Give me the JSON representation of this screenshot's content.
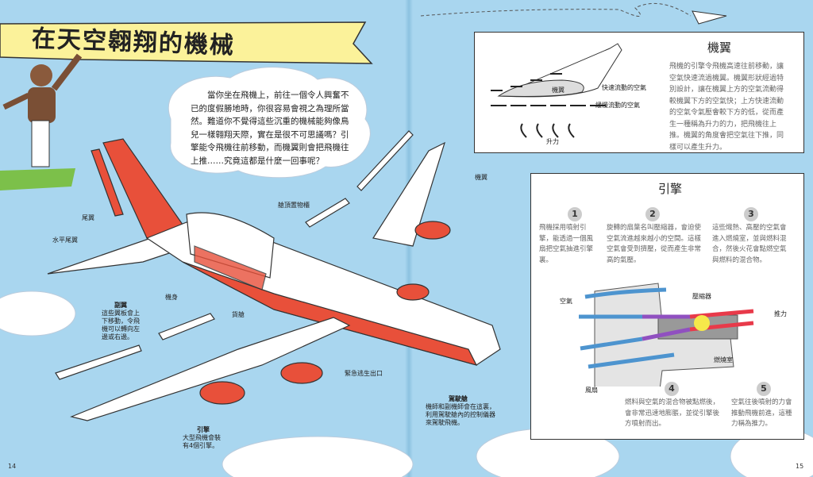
{
  "title": "在天空翱翔的機械",
  "intro": "當你坐在飛機上，前往一個令人興奮不已的度假勝地時，你很容易會視之為理所當然。難道你不覺得這些沉重的機械能夠像鳥兒一樣翱翔天際，實在是很不可思議嗎？引擎能令飛機往前移動，而機翼則會把飛機往上推……究竟這都是什麼一回事呢？",
  "labels": {
    "tail_fin": "尾翼",
    "horizontal_stabilizer": "水平尾翼",
    "fuselage": "機身",
    "overhead_bin": "艙頂置物櫃",
    "wing": "機翼",
    "cargo_hold": "貨艙",
    "aileron_title": "副翼",
    "aileron_desc": "這些翼板會上下移動，令飛機可以轉向左邊或右邊。",
    "emergency_exit": "緊急逃生出口",
    "cockpit_title": "駕駛艙",
    "cockpit_desc": "機師和副機師會在這裏，利用駕駛艙內的控制儀器來駕駛飛機。",
    "engine_title": "引擎",
    "engine_desc": "大型飛機會裝有4個引擎。"
  },
  "wing_box": {
    "title": "機翼",
    "text": "飛機的引擎令飛機高速往前移動，讓空氣快速流過機翼。機翼形狀經過特別設計，讓在機翼上方的空氣流動得較機翼下方的空氣快；上方快速流動的空氣令氣壓會較下方的低，從而產生一種稱為升力的力，把飛機往上推。機翼的角度會把空氣往下推，同樣可以產生升力。",
    "airfoil_label": "機翼",
    "fast_air": "快速流動的空氣",
    "slow_air": "緩慢流動的空氣",
    "lift": "升力"
  },
  "engine_box": {
    "title": "引擎",
    "steps": [
      {
        "n": "1",
        "text": "飛機採用噴射引擎，能透過一個風扇把空氣抽進引擎裏。"
      },
      {
        "n": "2",
        "text": "旋轉的扇葉名叫壓縮器，會迫使空氣流進越來越小的空間。這樣空氣會受到擠壓，從而產生非常高的氣壓。"
      },
      {
        "n": "3",
        "text": "這些熾熱、高壓的空氣會進入燃燒室，並與燃料混合，然後火花會點燃空氣與燃料的混合物。"
      },
      {
        "n": "4",
        "text": "燃料與空氣的混合物被點燃後，會非常迅速地膨脹，並從引擎後方噴射而出。"
      },
      {
        "n": "5",
        "text": "空氣往後噴射的力會推動飛機前進，這種力稱為推力。"
      }
    ],
    "diagram": {
      "air": "空氣",
      "compressor": "壓縮器",
      "thrust": "推力",
      "combustion": "燃燒室",
      "fan": "風扇"
    }
  },
  "pages": {
    "left": "14",
    "right": "15"
  },
  "colors": {
    "sky": "#a9d6ef",
    "plane_red": "#e8503a",
    "banner": "#fbf29a",
    "air_blue": "#4d94cf",
    "thrust_red": "#e83a4a"
  }
}
